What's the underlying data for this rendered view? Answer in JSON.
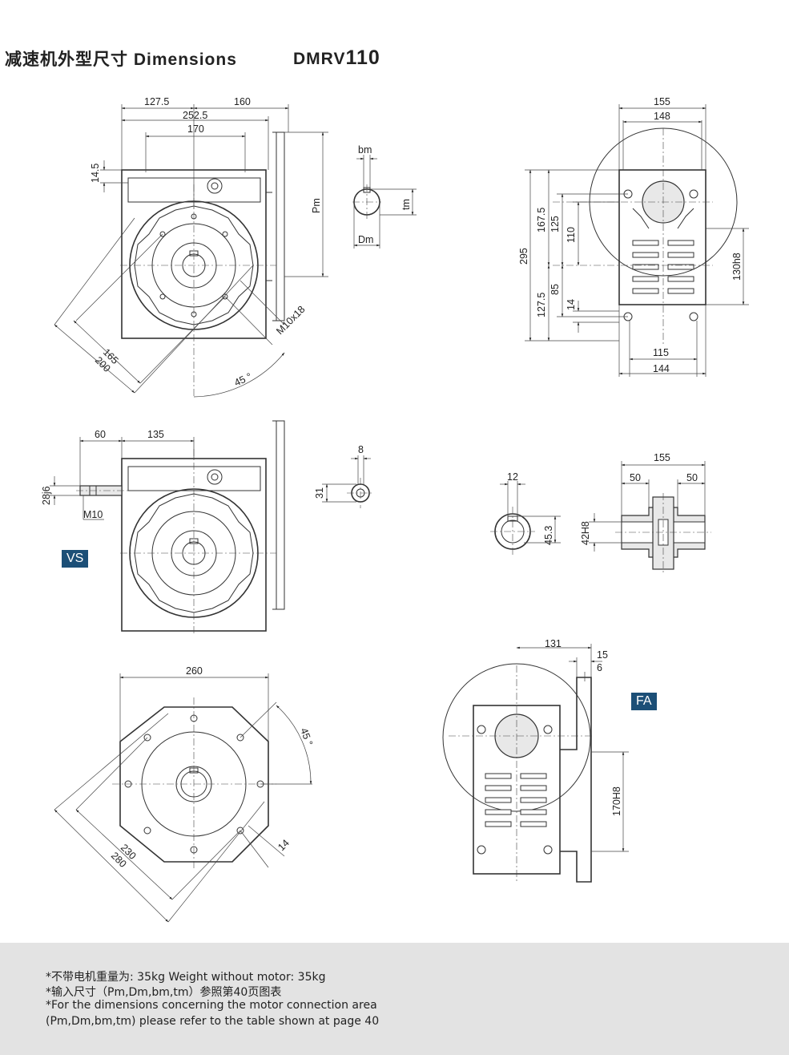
{
  "header": {
    "title_cn": "减速机外型尺寸",
    "title_en": "Dimensions",
    "model_prefix": "DMRV",
    "model_number": "110"
  },
  "labels": {
    "vs": "VS",
    "fa": "FA"
  },
  "dims": {
    "d127_5": "127.5",
    "d160": "160",
    "d252_5": "252.5",
    "d170": "170",
    "d14_5": "14.5",
    "pm": "Pm",
    "bm": "bm",
    "tm": "tm",
    "dm": "Dm",
    "m10x18": "M10x18",
    "d165": "165",
    "d200": "200",
    "a45": "45 °",
    "d155": "155",
    "d148": "148",
    "d295": "295",
    "d167_5": "167.5",
    "d125": "125",
    "d110": "110",
    "d85": "85",
    "d127_5b": "127.5",
    "d14": "14",
    "d130h8": "130h8",
    "d115": "115",
    "d144": "144",
    "d60": "60",
    "d135": "135",
    "d28j6": "28j6",
    "m10": "M10",
    "d8": "8",
    "d31": "31",
    "d12": "12",
    "d45_3": "45.3",
    "d42h8": "42H8",
    "d155b": "155",
    "d50a": "50",
    "d50b": "50",
    "d260": "260",
    "a45b": "45 °",
    "d230": "230",
    "d280": "280",
    "d14b": "14",
    "d131": "131",
    "d15": "15",
    "d6": "6",
    "d170h8": "170H8"
  },
  "notes": [
    "*不带电机重量为: 35kg   Weight without motor: 35kg",
    "*输入尺寸（Pm,Dm,bm,tm）参照第40页图表",
    "*For the dimensions concerning the motor connection area",
    "(Pm,Dm,bm,tm) please refer to the table shown at page 40"
  ]
}
